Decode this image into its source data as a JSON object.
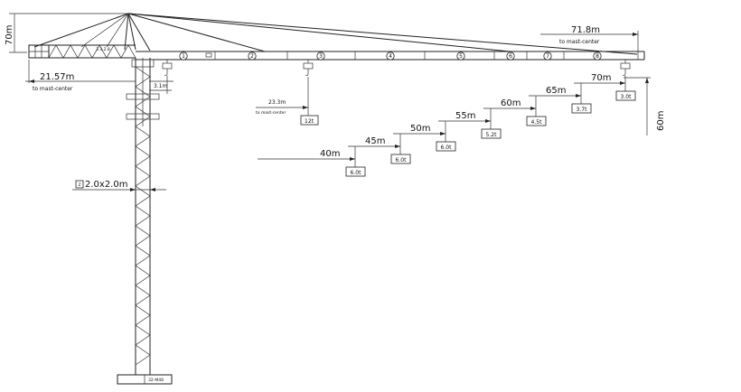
{
  "diagram": {
    "height_label": "70m",
    "counterjib_length": "21.57m",
    "counterjib_sub": "to mast-center",
    "jib_length": "71.8m",
    "jib_sub": "to mast-center",
    "mast_section": "2.0x2.0m",
    "mast_mark": "Z",
    "offset_label": "3.1m",
    "inner_radius": "23.3m",
    "inner_sub": "to mast-center",
    "inner_load": "12t",
    "hook_height": "60m",
    "base_label": "32-M48",
    "counterjib_tag": "3.3.2.8",
    "sections": [
      "1",
      "2",
      "3",
      "4",
      "5",
      "6",
      "7",
      "8"
    ],
    "loads": [
      {
        "radius": "40m",
        "load": "6.0t"
      },
      {
        "radius": "45m",
        "load": "6.0t"
      },
      {
        "radius": "50m",
        "load": "6.0t"
      },
      {
        "radius": "55m",
        "load": "5.2t"
      },
      {
        "radius": "60m",
        "load": "4.5t"
      },
      {
        "radius": "65m",
        "load": "3.7t"
      },
      {
        "radius": "70m",
        "load": "3.0t"
      }
    ]
  }
}
